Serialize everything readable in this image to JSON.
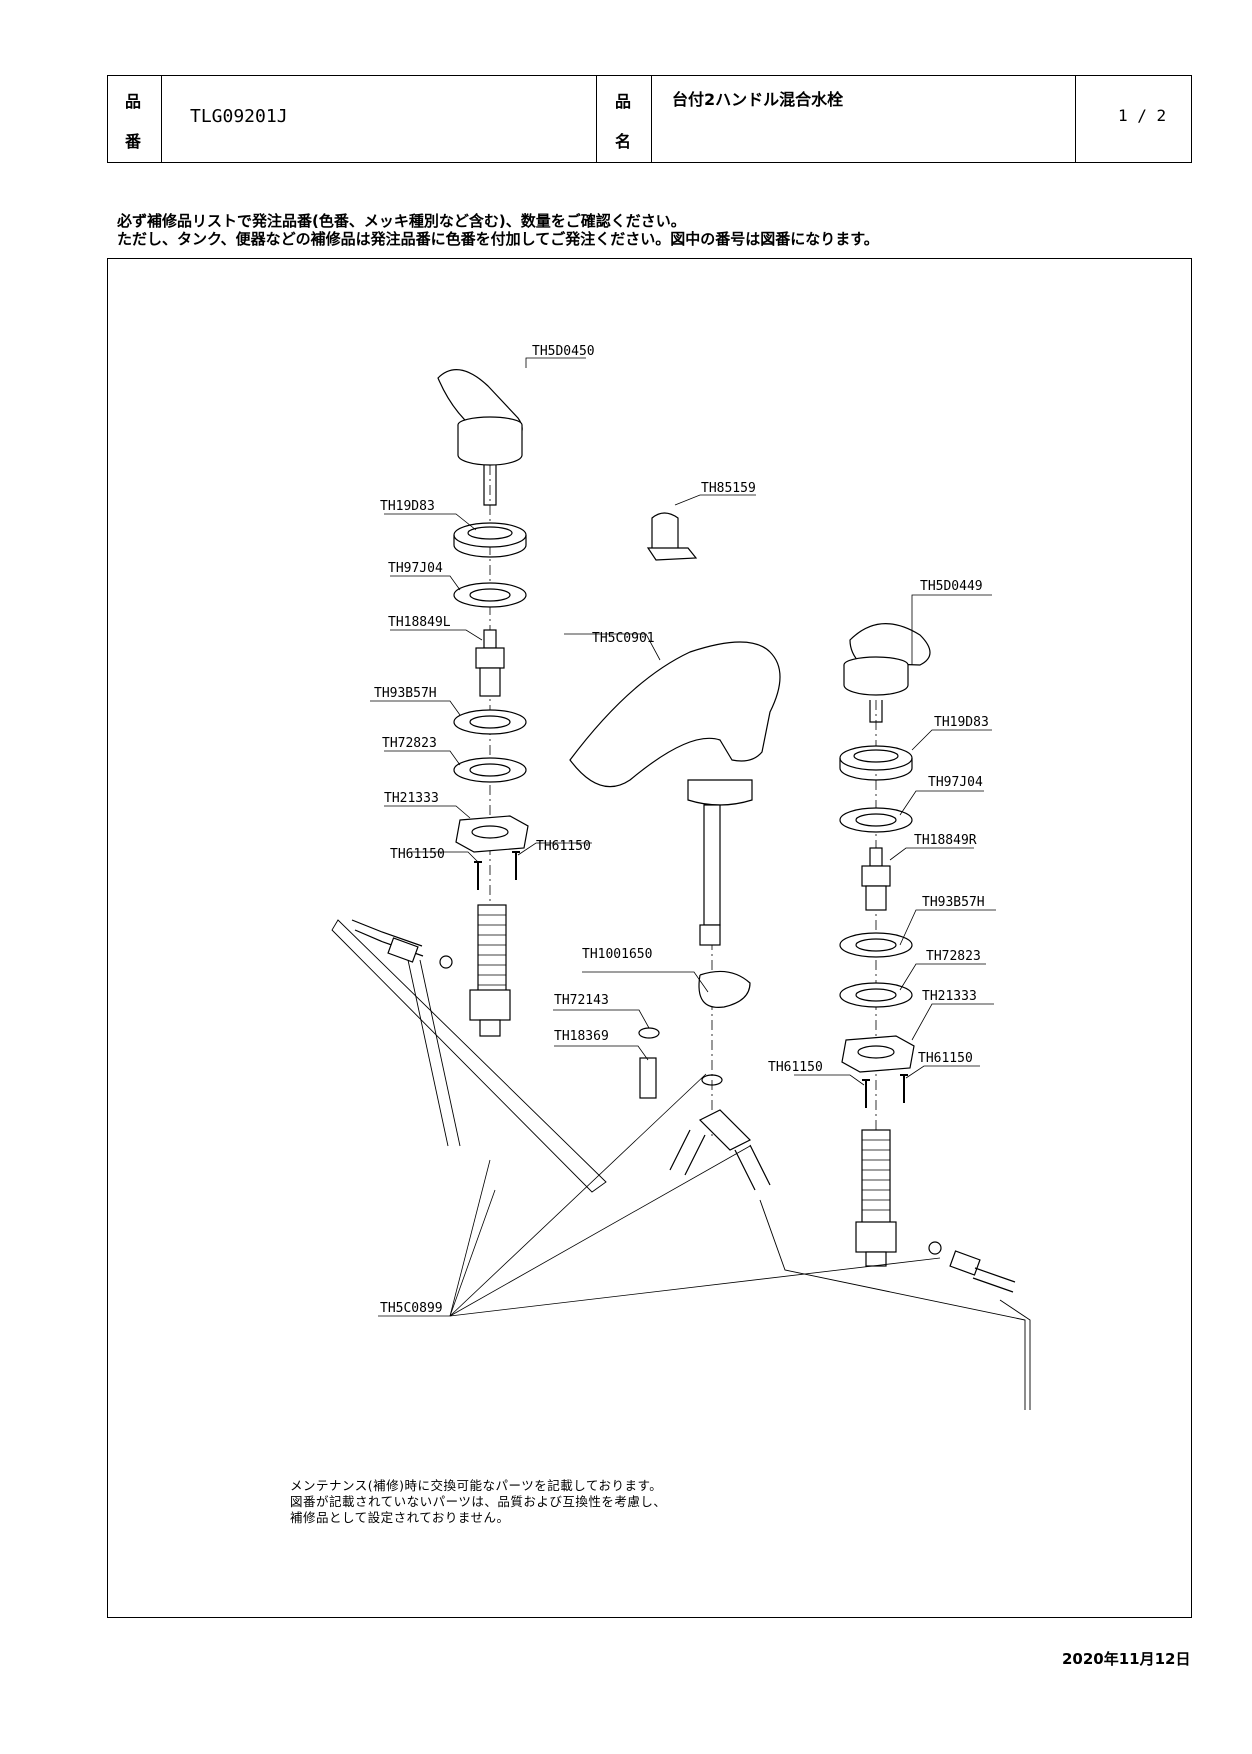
{
  "header": {
    "part_no_label": [
      "品",
      "番"
    ],
    "part_no": "TLG09201J",
    "name_label": [
      "品",
      "名"
    ],
    "product_name": "台付2ハンドル混合水栓",
    "page": "1 / 2"
  },
  "notice": [
    "必ず補修品リストで発注品番(色番、メッキ種別など含む)、数量をご確認ください。",
    "ただし、タンク、便器などの補修品は発注品番に色番を付加してご発注ください。図中の番号は図番になります。"
  ],
  "parts": [
    {
      "id": "TH5D0450",
      "label": "TH5D0450"
    },
    {
      "id": "TH85159",
      "label": "TH85159"
    },
    {
      "id": "TH19D83-L",
      "label": "TH19D83"
    },
    {
      "id": "TH97J04-L",
      "label": "TH97J04"
    },
    {
      "id": "TH18849L",
      "label": "TH18849L"
    },
    {
      "id": "TH93B57H-L",
      "label": "TH93B57H"
    },
    {
      "id": "TH72823-L",
      "label": "TH72823"
    },
    {
      "id": "TH21333-L",
      "label": "TH21333"
    },
    {
      "id": "TH61150-L1",
      "label": "TH61150"
    },
    {
      "id": "TH61150-L2",
      "label": "TH61150"
    },
    {
      "id": "TH5C0901",
      "label": "TH5C0901"
    },
    {
      "id": "TH5D0449",
      "label": "TH5D0449"
    },
    {
      "id": "TH19D83-R",
      "label": "TH19D83"
    },
    {
      "id": "TH97J04-R",
      "label": "TH97J04"
    },
    {
      "id": "TH18849R",
      "label": "TH18849R"
    },
    {
      "id": "TH93B57H-R",
      "label": "TH93B57H"
    },
    {
      "id": "TH72823-R",
      "label": "TH72823"
    },
    {
      "id": "TH21333-R",
      "label": "TH21333"
    },
    {
      "id": "TH61150-R1",
      "label": "TH61150"
    },
    {
      "id": "TH61150-R2",
      "label": "TH61150"
    },
    {
      "id": "TH1001650",
      "label": "TH1001650"
    },
    {
      "id": "TH72143",
      "label": "TH72143"
    },
    {
      "id": "TH18369",
      "label": "TH18369"
    },
    {
      "id": "TH5C0899",
      "label": "TH5C0899"
    }
  ],
  "footnote": [
    "メンテナンス(補修)時に交換可能なパーツを記載しております。",
    "図番が記載されていないパーツは、品質および互換性を考慮し、",
    "補修品として設定されておりません。"
  ],
  "date": "2020年11月12日"
}
